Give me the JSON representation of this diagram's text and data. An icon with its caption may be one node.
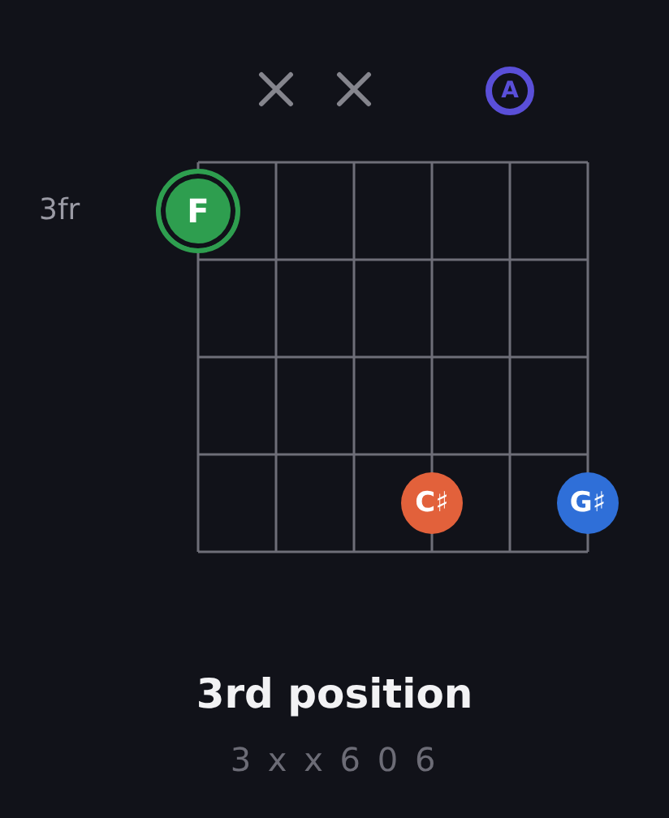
{
  "diagram": {
    "title": "3rd position",
    "nodes": [
      {
        "text": [
          "A"
        ]
      },
      {
        "text": [
          "F"
        ]
      },
      {
        "text": [
          "C♯"
        ]
      },
      {
        "text": [
          "G♯"
        ]
      }
    ],
    "labels": [
      "3fr",
      "3 x x 6 0 6"
    ]
  }
}
